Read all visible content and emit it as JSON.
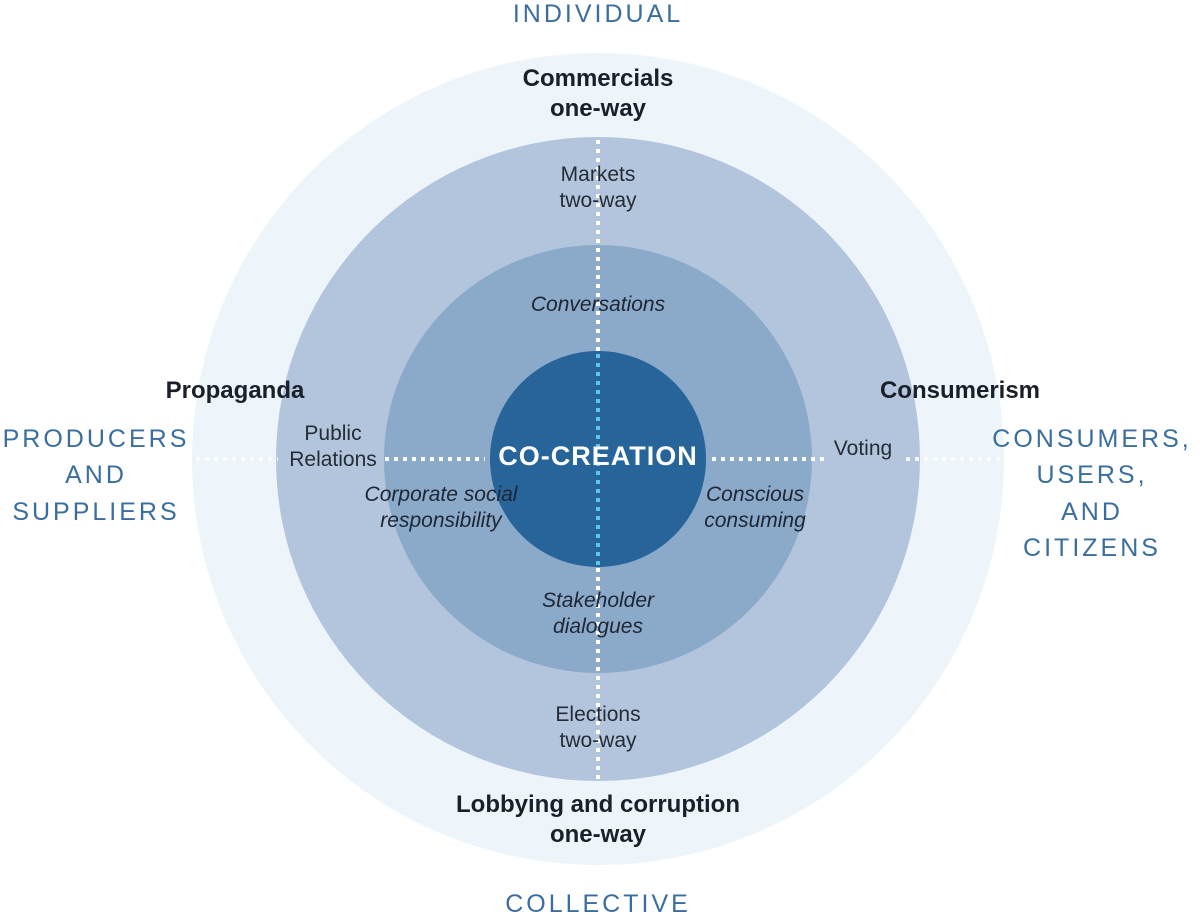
{
  "axes": {
    "top": "INDIVIDUAL",
    "bottom": "COLLECTIVE",
    "left": [
      "PRODUCERS",
      "AND",
      "SUPPLIERS"
    ],
    "right": [
      "CONSUMERS,",
      "USERS,",
      "AND",
      "CITIZENS"
    ]
  },
  "outer_ring": {
    "top": [
      "Commercials",
      "one-way"
    ],
    "bottom": [
      "Lobbying and corruption",
      "one-way"
    ],
    "left": "Propaganda",
    "right": "Consumerism"
  },
  "second_ring": {
    "top": [
      "Markets",
      "two-way"
    ],
    "bottom": [
      "Elections",
      "two-way"
    ],
    "left": [
      "Public",
      "Relations"
    ],
    "right": "Voting"
  },
  "third_ring": {
    "top": "Conversations",
    "bottom": [
      "Stakeholder",
      "dialogues"
    ],
    "left": [
      "Corporate social",
      "responsibility"
    ],
    "right": [
      "Conscious",
      "consuming"
    ]
  },
  "core": {
    "label": "CO-CREATION"
  },
  "colors": {
    "outer_ring": "#edf5fa",
    "second_ring": "#b2c5dd",
    "third_ring": "#8ba9c9",
    "core": "#27649a",
    "axis_text": "#3a6e9e",
    "core_dots": "#5cc6ef"
  }
}
